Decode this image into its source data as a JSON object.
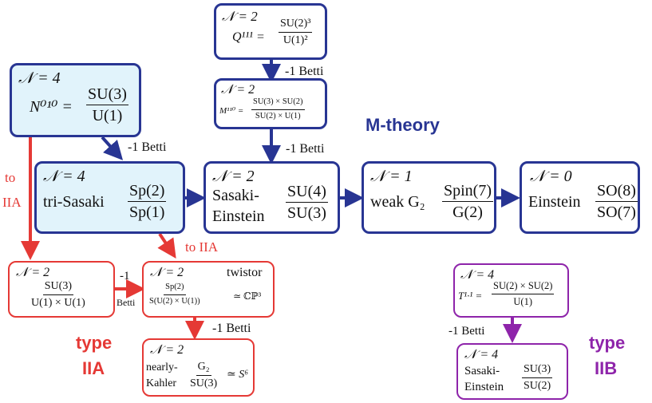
{
  "colors": {
    "mtheory": "#283593",
    "iia": "#e53935",
    "iib": "#8e24aa",
    "highlight_fill": "#e1f3fb"
  },
  "section_labels": {
    "mtheory": "M-theory",
    "type_iia": [
      "type",
      "IIA"
    ],
    "type_iib": [
      "type",
      "IIB"
    ]
  },
  "nodes": {
    "q111": {
      "n": "𝒩 = 2",
      "name": "Q¹¹¹ =",
      "num": "SU(2)³",
      "den": "U(1)²"
    },
    "m110": {
      "n": "𝒩 = 2",
      "name": "M¹¹⁰ =",
      "num": "SU(3) × SU(2)",
      "den": "SU(2) × U(1)"
    },
    "n010": {
      "n": "𝒩 = 4",
      "name": "N⁰¹⁰ =",
      "num": "SU(3)",
      "den": "U(1)"
    },
    "trisasaki": {
      "n": "𝒩 = 4",
      "name": "tri-Sasaki",
      "num": "Sp(2)",
      "den": "Sp(1)"
    },
    "sasaki": {
      "n": "𝒩 = 2",
      "name1": "Sasaki-",
      "name2": "Einstein",
      "num": "SU(4)",
      "den": "SU(3)"
    },
    "weakg2": {
      "n": "𝒩 = 1",
      "name": "weak G₂",
      "num": "Spin(7)",
      "den": "G(2)"
    },
    "einstein": {
      "n": "𝒩 = 0",
      "name": "Einstein",
      "num": "SO(8)",
      "den": "SO(7)"
    },
    "iia_left": {
      "n": "𝒩 = 2",
      "num": "SU(3)",
      "den": "U(1) × U(1)"
    },
    "twistor": {
      "n": "𝒩 = 2",
      "tag": "twistor",
      "num": "Sp(2)",
      "den": "S(U(2) × U(1))",
      "suffix": "≃ ℂℙ³"
    },
    "nearly": {
      "n": "𝒩 = 2",
      "name1": "nearly-",
      "name2": "Kahler",
      "num": "G₂",
      "den": "SU(3)",
      "suffix": "≃ S⁶"
    },
    "t11": {
      "n": "𝒩 = 4",
      "name": "T¹·¹ =",
      "num": "SU(2) × SU(2)",
      "den": "U(1)"
    },
    "iib_sasaki": {
      "n": "𝒩 = 4",
      "name1": "Sasaki-",
      "name2": "Einstein",
      "num": "SU(3)",
      "den": "SU(2)"
    }
  },
  "edge_labels": {
    "q111_m110": "-1 Betti",
    "n010_tri": "-1 Betti",
    "m110_sasaki": "-1 Betti",
    "to_iia_1": "to",
    "to_iia_2": "IIA",
    "tri_twistor": "to IIA",
    "iia_twistor_1": "-1",
    "iia_twistor_2": "Betti",
    "twistor_nearly": "-1 Betti",
    "t11_iib": "-1 Betti"
  }
}
